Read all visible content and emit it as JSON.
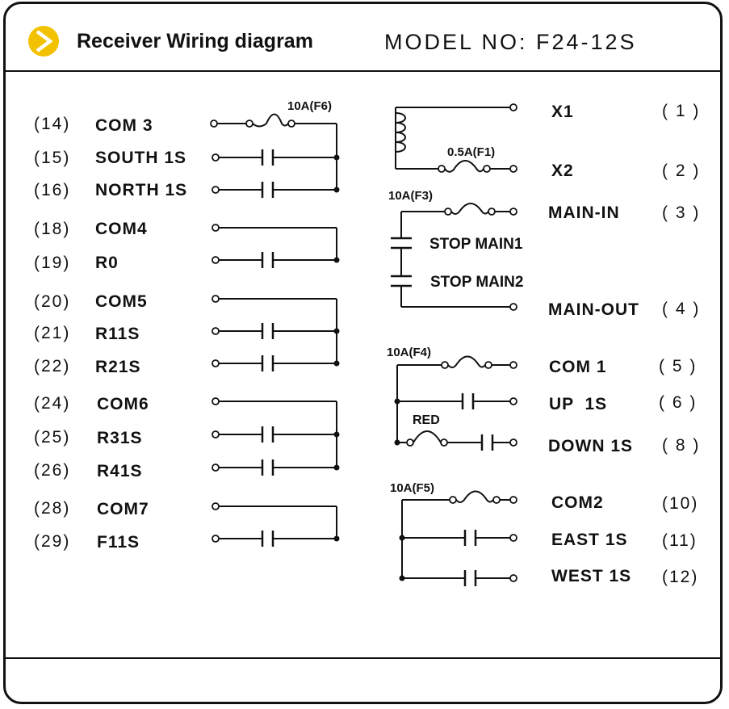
{
  "header": {
    "title": "Receiver Wiring diagram",
    "model": "MODEL NO: F24-12S",
    "accent_color": "#f2c200"
  },
  "left_terminals": [
    {
      "num": "(14)",
      "label": "COM 3"
    },
    {
      "num": "(15)",
      "label": "SOUTH 1S"
    },
    {
      "num": "(16)",
      "label": "NORTH 1S"
    },
    {
      "num": "(18)",
      "label": "COM4"
    },
    {
      "num": "(19)",
      "label": "R0"
    },
    {
      "num": "(20)",
      "label": "COM5"
    },
    {
      "num": "(21)",
      "label": "R11S"
    },
    {
      "num": "(22)",
      "label": "R21S"
    },
    {
      "num": "(24)",
      "label": "COM6"
    },
    {
      "num": "(25)",
      "label": "R31S"
    },
    {
      "num": "(26)",
      "label": "R41S"
    },
    {
      "num": "(28)",
      "label": "COM7"
    },
    {
      "num": "(29)",
      "label": "F11S"
    }
  ],
  "right_terminals": [
    {
      "label": "X1",
      "num": "( 1 )"
    },
    {
      "label": "X2",
      "num": "( 2 )"
    },
    {
      "label": "MAIN-IN",
      "num": "( 3 )"
    },
    {
      "label": "MAIN-OUT",
      "num": "( 4 )"
    },
    {
      "label": "COM 1",
      "num": "( 5 )"
    },
    {
      "label": "UP  1S",
      "num": "( 6 )"
    },
    {
      "label": "DOWN 1S",
      "num": "( 8 )"
    },
    {
      "label": "COM2",
      "num": "(10)"
    },
    {
      "label": "EAST 1S",
      "num": "(11)"
    },
    {
      "label": "WEST 1S",
      "num": "(12)"
    }
  ],
  "fuses": {
    "f6": "10A(F6)",
    "f1": "0.5A(F1)",
    "f3": "10A(F3)",
    "f4": "10A(F4)",
    "f5": "10A(F5)"
  },
  "switches": {
    "stop1": "STOP MAIN1",
    "stop2": "STOP MAIN2"
  },
  "wire_note": "RED"
}
